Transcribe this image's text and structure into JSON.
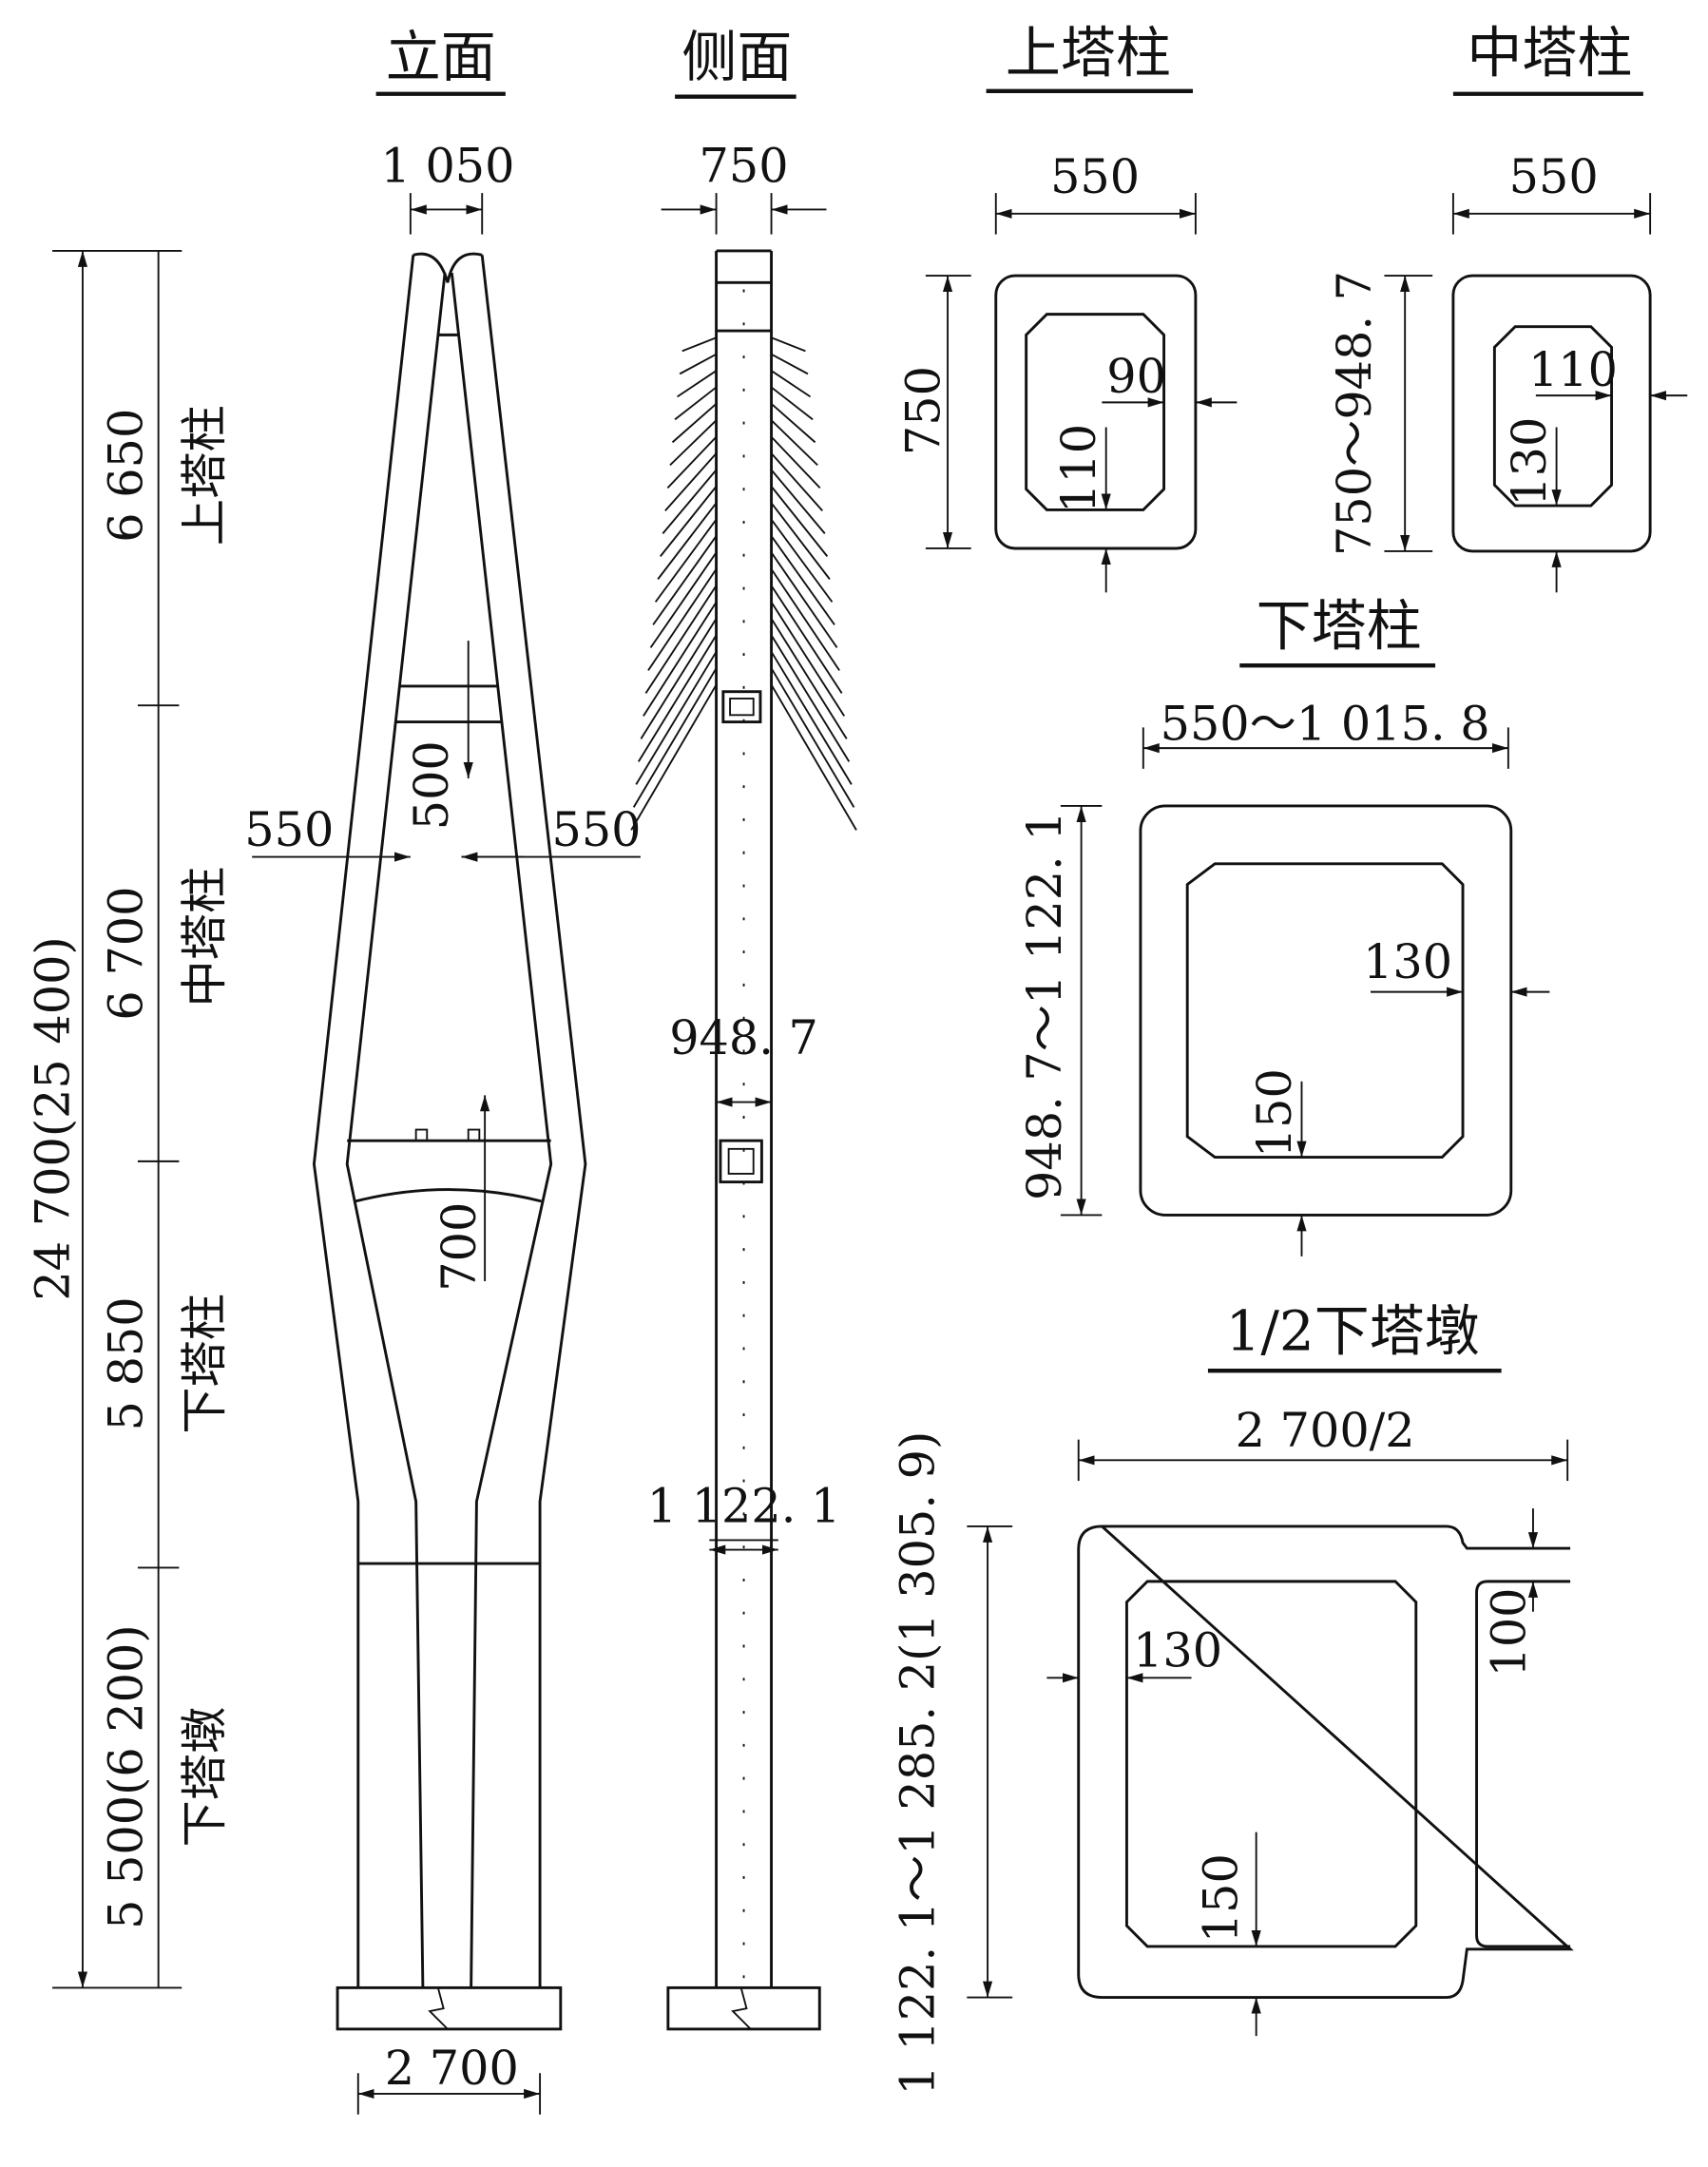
{
  "titles": {
    "elevation": "立面",
    "side": "侧面",
    "upper_column": "上塔柱",
    "middle_column": "中塔柱",
    "lower_column": "下塔柱",
    "half_pier": "1/2下塔墩"
  },
  "height_dims": {
    "total": "24 700(25 400)",
    "upper": "6 650",
    "middle": "6 700",
    "lower": "5 850",
    "pier": "5 500(6 200)",
    "upper_label": "上塔柱",
    "middle_label": "中塔柱",
    "lower_label": "下塔柱",
    "pier_label": "下塔墩"
  },
  "elevation": {
    "top_width": "1 050",
    "left_leg": "550",
    "right_leg": "550",
    "upper_beam": "500",
    "lower_beam": "700",
    "base_width": "2 700"
  },
  "side": {
    "top_width": "750",
    "mid_width": "948. 7",
    "low_width": "1  122. 1"
  },
  "upper_section": {
    "width": "550",
    "height": "750",
    "wall_side": "90",
    "wall_bottom": "110"
  },
  "middle_section": {
    "width": "550",
    "height": "750～948. 7",
    "wall_side": "110",
    "wall_bottom": "130"
  },
  "lower_section": {
    "width": "550～1 015. 8",
    "height": "948. 7～1 122. 1",
    "wall_side": "130",
    "wall_bottom": "150"
  },
  "pier_section": {
    "width": "2 700/2",
    "height": "1 122. 1～1 285. 2(1 305. 9)",
    "wall_side": "130",
    "wall_right": "100",
    "wall_bottom": "150"
  }
}
